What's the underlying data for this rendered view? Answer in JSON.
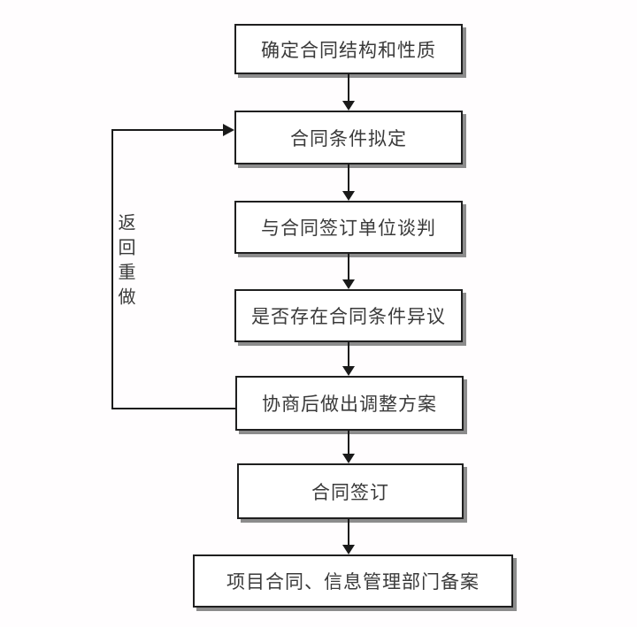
{
  "diagram": {
    "type": "flowchart",
    "language": "zh-CN",
    "nodes": [
      {
        "id": "n1",
        "label": "确定合同结构和性质"
      },
      {
        "id": "n2",
        "label": "合同条件拟定"
      },
      {
        "id": "n3",
        "label": "与合同签订单位谈判"
      },
      {
        "id": "n4",
        "label": "是否存在合同条件异议"
      },
      {
        "id": "n5",
        "label": "协商后做出调整方案"
      },
      {
        "id": "n6",
        "label": "合同签订"
      },
      {
        "id": "n7",
        "label": "项目合同、信息管理部门备案"
      }
    ],
    "edges": [
      {
        "from": "n1",
        "to": "n2",
        "type": "arrow-down"
      },
      {
        "from": "n2",
        "to": "n3",
        "type": "arrow-down"
      },
      {
        "from": "n3",
        "to": "n4",
        "type": "arrow-down"
      },
      {
        "from": "n4",
        "to": "n5",
        "type": "arrow-down"
      },
      {
        "from": "n5",
        "to": "n6",
        "type": "arrow-down"
      },
      {
        "from": "n6",
        "to": "n7",
        "type": "arrow-down"
      },
      {
        "from": "n5",
        "to": "n2",
        "type": "feedback-loop-left",
        "label": "返回重做"
      }
    ],
    "feedback_label": "返回重做",
    "colors": {
      "background": "#ffffff",
      "line": "#1a1a1a",
      "box_border": "#1f1f1f",
      "box_shadow": "#8c8c8c",
      "text": "#3a3a3a"
    }
  }
}
